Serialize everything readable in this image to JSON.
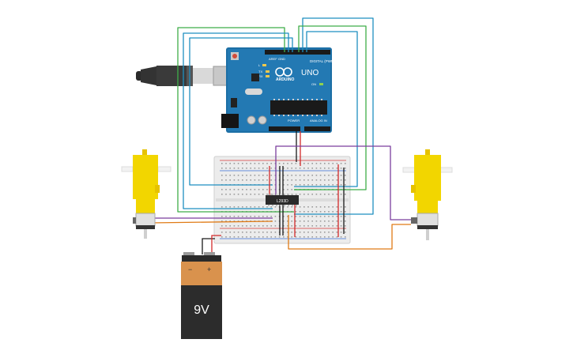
{
  "arduino": {
    "brand": "ARDUINO",
    "model": "UNO",
    "digital_header": "DIGITAL (PWM~)",
    "power_header": "POWER",
    "analog_header": "ANALOG IN",
    "aref": "AREF",
    "gnd": "GND",
    "tx": "TX",
    "rx": "RX",
    "l": "L",
    "on": "ON"
  },
  "driver_chip": {
    "label": "L293D"
  },
  "battery": {
    "voltage": "9V",
    "minus": "−",
    "plus": "+"
  },
  "wire_colors": {
    "green": "#3fae49",
    "blue": "#1f8fc0",
    "purple": "#7b3f9e",
    "orange": "#e07b16",
    "red": "#d32b2b",
    "black": "#1a1a1a"
  },
  "icons": [
    "arduino-board",
    "usb-cable",
    "breadboard",
    "motor-driver-chip",
    "dc-gear-motor",
    "9v-battery"
  ]
}
